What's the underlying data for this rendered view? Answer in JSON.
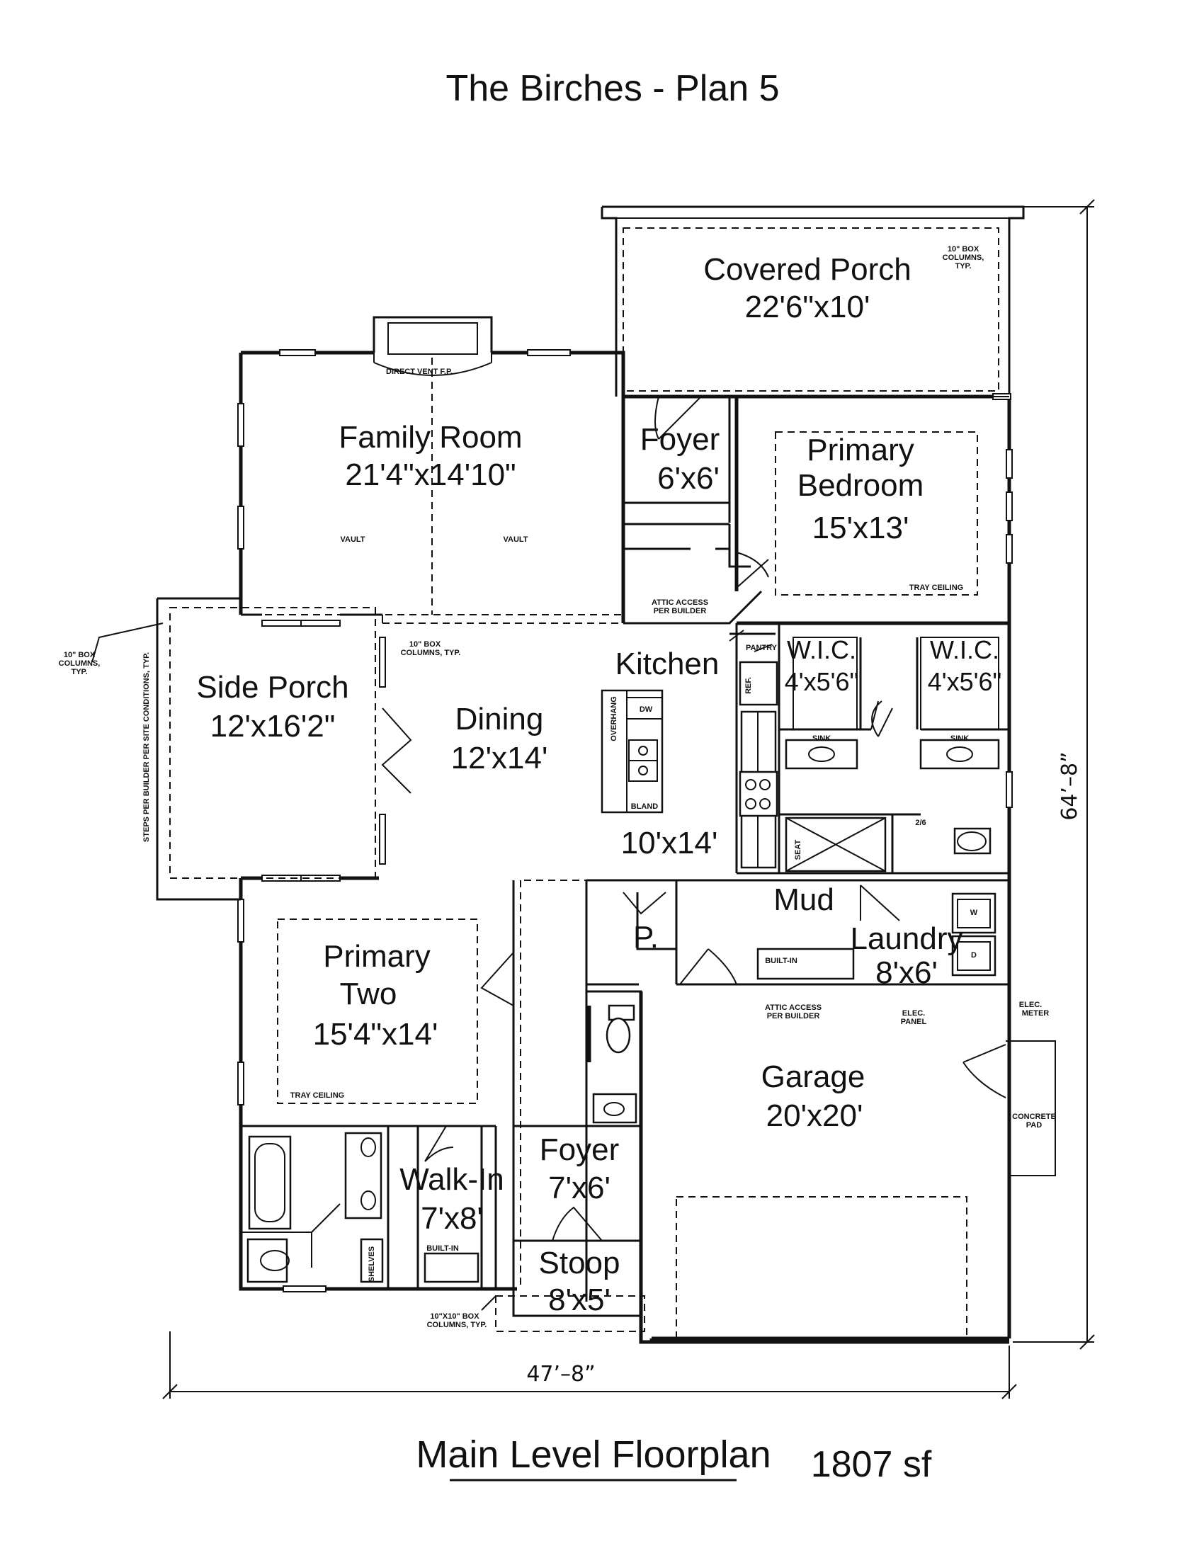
{
  "title": "The Birches - Plan 5",
  "footer": {
    "label": "Main Level Floorplan",
    "area": "1807 sf"
  },
  "dimensions": {
    "width": "47’–8”",
    "depth": "64’–8”"
  },
  "rooms": {
    "covered_porch": {
      "name": "Covered Porch",
      "size": "22'6\"x10'"
    },
    "family_room": {
      "name": "Family Room",
      "size": "21'4\"x14'10\""
    },
    "foyer_front": {
      "name": "Foyer",
      "size": "6'x6'"
    },
    "primary_bedroom": {
      "line1": "Primary",
      "line2": "Bedroom",
      "size": "15'x13'"
    },
    "side_porch": {
      "name": "Side Porch",
      "size": "12'x16'2\""
    },
    "dining": {
      "name": "Dining",
      "size": "12'x14'"
    },
    "kitchen": {
      "name": "Kitchen",
      "size": "10'x14'"
    },
    "wic1": {
      "name": "W.I.C.",
      "size": "4'x5'6\""
    },
    "wic2": {
      "name": "W.I.C.",
      "size": "4'x5'6\""
    },
    "mud": {
      "name": "Mud"
    },
    "laundry": {
      "name": "Laundry",
      "size": "8'x6'"
    },
    "pantry_p": {
      "name": "P."
    },
    "primary_two": {
      "line1": "Primary",
      "line2": "Two",
      "size": "15'4\"x14'"
    },
    "garage": {
      "name": "Garage",
      "size": "20'x20'"
    },
    "walk_in": {
      "name": "Walk-In",
      "size": "7'x8'"
    },
    "foyer_side": {
      "name": "Foyer",
      "size": "7'x6'"
    },
    "stoop": {
      "name": "Stoop",
      "size": "8'x5'"
    }
  },
  "notes": {
    "box_columns_porch": [
      "10\" BOX",
      "COLUMNS,",
      "TYP."
    ],
    "direct_vent": "DIRECT VENT F.P.",
    "vault_left": "VAULT",
    "vault_right": "VAULT",
    "attic_access_top": [
      "ATTIC ACCESS",
      "PER BUILDER"
    ],
    "tray_ceiling_primary": "TRAY CEILING",
    "box_columns_left": [
      "10\" BOX",
      "COLUMNS,",
      "TYP."
    ],
    "box_columns_mid": [
      "10\" BOX",
      "COLUMNS, TYP."
    ],
    "steps_note": "STEPS PER BUILDER PER SITE CONDITIONS, TYP.",
    "pantry": "PANTRY",
    "ref": "REF.",
    "overhang": "OVERHANG",
    "dw": "DW",
    "bland": "BLAND",
    "sink_label": "SINK",
    "seat": "SEAT",
    "two_six": "2/6",
    "built_in_mud": "BUILT-IN",
    "washer": "W",
    "dryer": "D",
    "attic_access_garage": [
      "ATTIC ACCESS",
      "PER BUILDER"
    ],
    "elec_panel": [
      "ELEC.",
      "PANEL"
    ],
    "elec_meter": [
      "ELEC.",
      "METER"
    ],
    "concrete_pad": [
      "CONCRETE",
      "PAD"
    ],
    "tray_ceiling_two": "TRAY CEILING",
    "shelves": "SHELVES",
    "built_in_walk": "BUILT-IN",
    "box_columns_stoop": [
      "10\"X10\" BOX",
      "COLUMNS, TYP."
    ]
  }
}
